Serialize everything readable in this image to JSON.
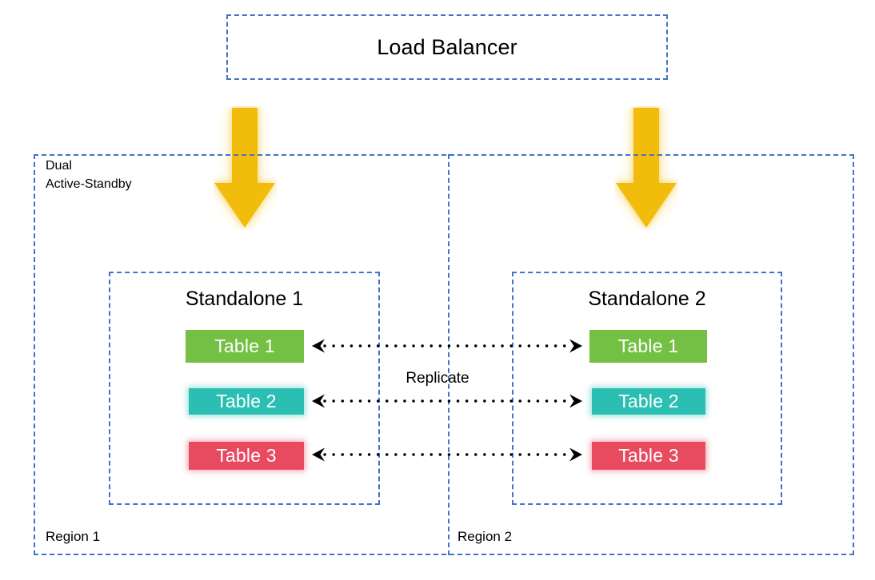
{
  "diagram": {
    "title": "Dual Active-Standby database replication topology",
    "colors": {
      "dashed_border": "#4472C4",
      "arrow_gold": "#F2BC0C",
      "table1_green": "#74C044",
      "table2_teal": "#2BBEB3",
      "table3_red": "#E84A60",
      "text": "#000000",
      "background": "#FFFFFF"
    },
    "load_balancer": {
      "label": "Load Balancer"
    },
    "outer_frame": {
      "label": "Dual\nActive-Standby"
    },
    "regions": [
      {
        "id": "region-1",
        "label": "Region 1"
      },
      {
        "id": "region-2",
        "label": "Region 2"
      }
    ],
    "standalones": [
      {
        "id": "standalone-1",
        "title": "Standalone 1",
        "tables": [
          {
            "label": "Table 1",
            "color": "#74C044"
          },
          {
            "label": "Table 2",
            "color": "#2BBEB3"
          },
          {
            "label": "Table 3",
            "color": "#E84A60"
          }
        ]
      },
      {
        "id": "standalone-2",
        "title": "Standalone 2",
        "tables": [
          {
            "label": "Table 1",
            "color": "#74C044"
          },
          {
            "label": "Table 2",
            "color": "#2BBEB3"
          },
          {
            "label": "Table 3",
            "color": "#E84A60"
          }
        ]
      }
    ],
    "connectors": {
      "replicate_label": "Replicate",
      "style": "bidirectional-dotted",
      "count": 3
    },
    "traffic_arrows": {
      "count": 2,
      "direction": "down",
      "color": "#F2BC0C",
      "from": "Load Balancer",
      "to": [
        "Standalone 1",
        "Standalone 2"
      ]
    }
  }
}
